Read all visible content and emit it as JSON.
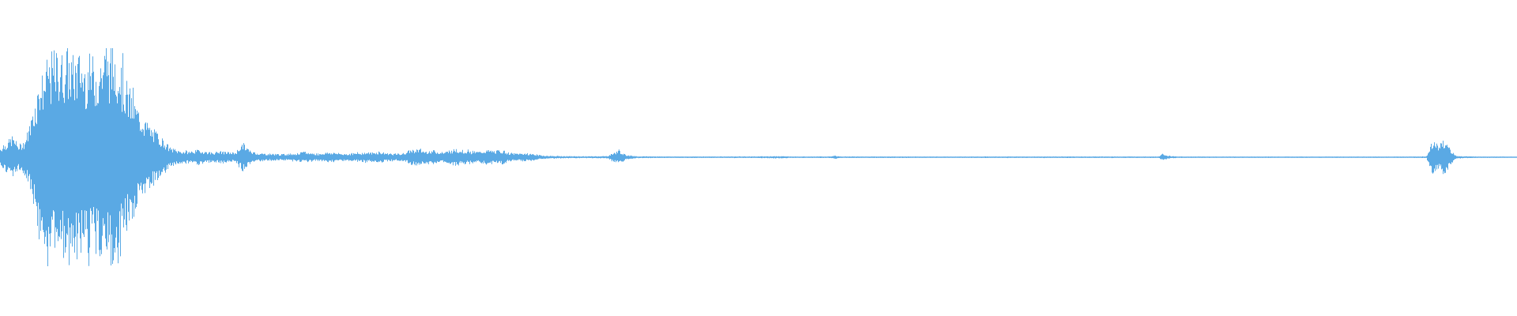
{
  "waveform": {
    "color": "#5aa9e4",
    "background": "#ffffff",
    "envelope": [
      [
        0.0,
        0.08
      ],
      [
        0.004,
        0.12
      ],
      [
        0.008,
        0.18
      ],
      [
        0.012,
        0.1
      ],
      [
        0.016,
        0.14
      ],
      [
        0.02,
        0.3
      ],
      [
        0.024,
        0.55
      ],
      [
        0.028,
        0.7
      ],
      [
        0.032,
        0.82
      ],
      [
        0.036,
        0.88
      ],
      [
        0.04,
        0.85
      ],
      [
        0.044,
        0.9
      ],
      [
        0.048,
        0.83
      ],
      [
        0.052,
        0.86
      ],
      [
        0.056,
        0.8
      ],
      [
        0.06,
        0.84
      ],
      [
        0.064,
        0.78
      ],
      [
        0.068,
        0.92
      ],
      [
        0.072,
        0.88
      ],
      [
        0.076,
        0.95
      ],
      [
        0.08,
        0.75
      ],
      [
        0.084,
        0.6
      ],
      [
        0.088,
        0.48
      ],
      [
        0.092,
        0.38
      ],
      [
        0.096,
        0.3
      ],
      [
        0.1,
        0.24
      ],
      [
        0.104,
        0.2
      ],
      [
        0.108,
        0.14
      ],
      [
        0.112,
        0.08
      ],
      [
        0.116,
        0.06
      ],
      [
        0.12,
        0.05
      ],
      [
        0.125,
        0.05
      ],
      [
        0.13,
        0.06
      ],
      [
        0.135,
        0.05
      ],
      [
        0.14,
        0.04
      ],
      [
        0.145,
        0.05
      ],
      [
        0.15,
        0.04
      ],
      [
        0.155,
        0.04
      ],
      [
        0.16,
        0.12
      ],
      [
        0.165,
        0.05
      ],
      [
        0.17,
        0.035
      ],
      [
        0.175,
        0.03
      ],
      [
        0.18,
        0.03
      ],
      [
        0.185,
        0.025
      ],
      [
        0.19,
        0.03
      ],
      [
        0.195,
        0.03
      ],
      [
        0.2,
        0.045
      ],
      [
        0.205,
        0.035
      ],
      [
        0.21,
        0.03
      ],
      [
        0.215,
        0.04
      ],
      [
        0.22,
        0.04
      ],
      [
        0.225,
        0.03
      ],
      [
        0.23,
        0.03
      ],
      [
        0.235,
        0.035
      ],
      [
        0.24,
        0.04
      ],
      [
        0.245,
        0.04
      ],
      [
        0.25,
        0.045
      ],
      [
        0.255,
        0.035
      ],
      [
        0.26,
        0.03
      ],
      [
        0.265,
        0.03
      ],
      [
        0.27,
        0.06
      ],
      [
        0.275,
        0.07
      ],
      [
        0.28,
        0.05
      ],
      [
        0.285,
        0.06
      ],
      [
        0.29,
        0.04
      ],
      [
        0.295,
        0.05
      ],
      [
        0.3,
        0.07
      ],
      [
        0.305,
        0.06
      ],
      [
        0.31,
        0.05
      ],
      [
        0.315,
        0.045
      ],
      [
        0.32,
        0.06
      ],
      [
        0.325,
        0.055
      ],
      [
        0.33,
        0.06
      ],
      [
        0.335,
        0.04
      ],
      [
        0.34,
        0.03
      ],
      [
        0.345,
        0.035
      ],
      [
        0.35,
        0.03
      ],
      [
        0.355,
        0.02
      ],
      [
        0.36,
        0.012
      ],
      [
        0.37,
        0.01
      ],
      [
        0.38,
        0.008
      ],
      [
        0.39,
        0.008
      ],
      [
        0.4,
        0.01
      ],
      [
        0.405,
        0.04
      ],
      [
        0.408,
        0.06
      ],
      [
        0.412,
        0.02
      ],
      [
        0.42,
        0.008
      ],
      [
        0.44,
        0.006
      ],
      [
        0.46,
        0.006
      ],
      [
        0.48,
        0.006
      ],
      [
        0.5,
        0.007
      ],
      [
        0.515,
        0.01
      ],
      [
        0.52,
        0.006
      ],
      [
        0.548,
        0.006
      ],
      [
        0.55,
        0.015
      ],
      [
        0.553,
        0.006
      ],
      [
        0.58,
        0.006
      ],
      [
        0.62,
        0.005
      ],
      [
        0.66,
        0.006
      ],
      [
        0.7,
        0.006
      ],
      [
        0.74,
        0.006
      ],
      [
        0.764,
        0.006
      ],
      [
        0.766,
        0.03
      ],
      [
        0.77,
        0.012
      ],
      [
        0.775,
        0.006
      ],
      [
        0.8,
        0.005
      ],
      [
        0.84,
        0.005
      ],
      [
        0.88,
        0.005
      ],
      [
        0.92,
        0.005
      ],
      [
        0.94,
        0.006
      ],
      [
        0.944,
        0.14
      ],
      [
        0.948,
        0.1
      ],
      [
        0.952,
        0.15
      ],
      [
        0.956,
        0.06
      ],
      [
        0.96,
        0.01
      ],
      [
        0.97,
        0.006
      ],
      [
        0.985,
        0.005
      ],
      [
        1.0,
        0.004
      ]
    ]
  }
}
